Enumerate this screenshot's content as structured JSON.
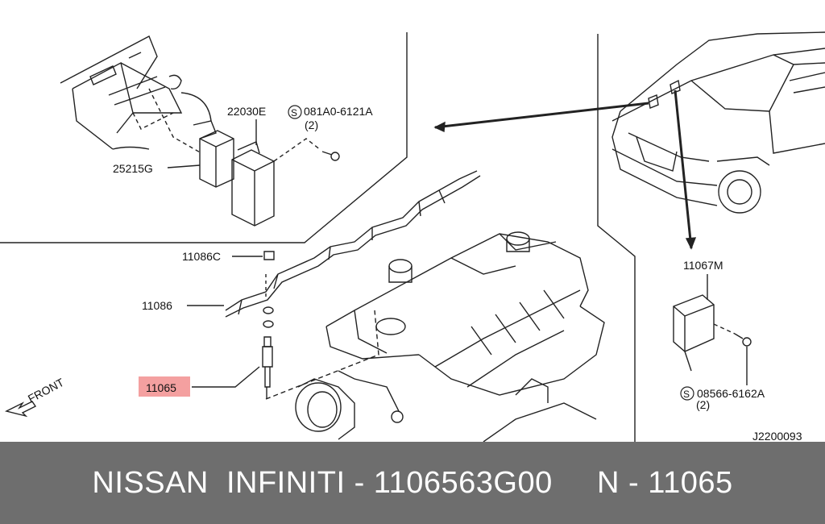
{
  "labels": {
    "p22030E": "22030E",
    "bolt1_code": "081A0-6121A",
    "bolt1_qty": "(2)",
    "p25215G": "25215G",
    "p11086C": "11086C",
    "p11086": "11086",
    "p11065": "11065",
    "front": "FRONT",
    "p11067M": "11067M",
    "bolt2_code": "08566-6162A",
    "bolt2_qty": "(2)",
    "diagram_id": "J2200093",
    "s_mark": "S"
  },
  "footer": {
    "brand": "NISSAN  INFINITI",
    "sep1": " - ",
    "part_number": "1106563G00",
    "gap": "     ",
    "ref": "N - 11065"
  },
  "colors": {
    "highlight": "#f4a0a0",
    "footer_bg": "#6e6e6e",
    "line": "#222222"
  }
}
